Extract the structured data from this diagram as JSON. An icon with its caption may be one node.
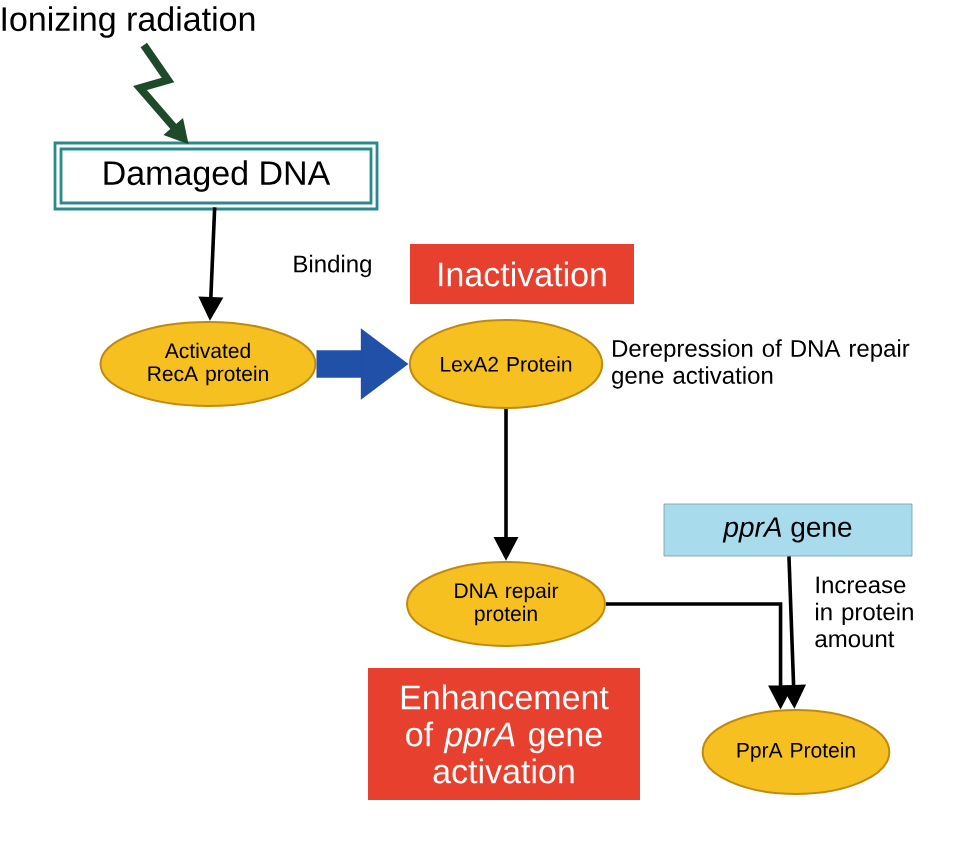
{
  "diagram": {
    "nodes": [
      {
        "text": [
          "Ionizing radiation"
        ]
      },
      {
        "text": [
          "Damaged DNA"
        ]
      },
      {
        "text": [
          "Activated RecA protein"
        ]
      },
      {
        "text": [
          "Inactivation"
        ]
      },
      {
        "text": [
          "LexA2 Protein"
        ],
        "beside": [
          "Derepression of DNA repair gene activation"
        ]
      },
      {
        "text": [
          "DNA repair protein"
        ]
      },
      {
        "text": [
          "Enhancement of *pprA* gene activation"
        ]
      },
      {
        "text": [
          "*pprA* gene"
        ]
      },
      {
        "text": [
          "PprA Protein"
        ]
      }
    ],
    "edges": [
      {
        "from": 0,
        "to": 1,
        "arrow": "to",
        "style": "thick",
        "color": "#1e4a2a"
      },
      {
        "from": 1,
        "to": 2,
        "arrow": "to",
        "label": "Binding"
      },
      {
        "from": 2,
        "to": 4,
        "arrow": "to",
        "style": "thick",
        "color": "#2050a8"
      },
      {
        "from": 4,
        "to": 5,
        "arrow": "to"
      },
      {
        "from": 5,
        "to": 8,
        "arrow": "to"
      },
      {
        "from": 7,
        "to": 8,
        "arrow": "to",
        "label": "Increase in protein amount"
      }
    ]
  }
}
